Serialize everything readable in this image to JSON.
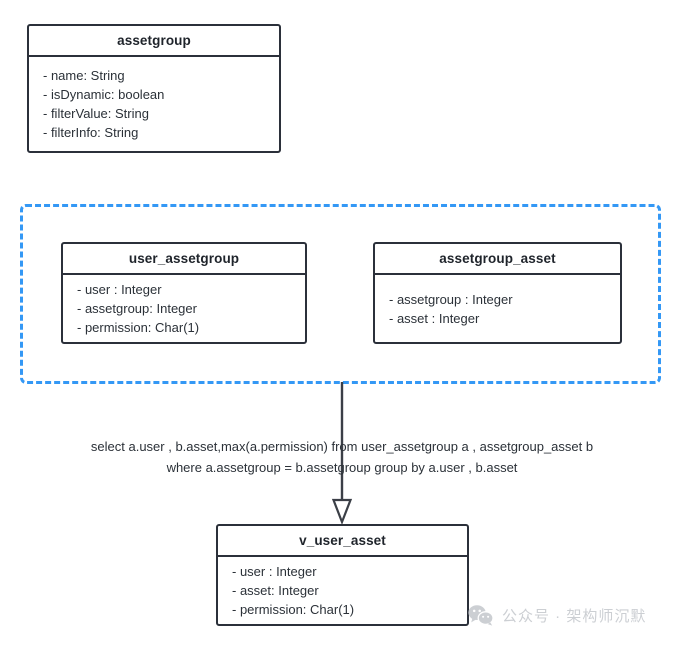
{
  "diagram": {
    "type": "uml-class-diagram",
    "boxes": [
      {
        "id": "assetgroup",
        "title": "assetgroup",
        "attributes": [
          "- name: String",
          "- isDynamic: boolean",
          "- filterValue: String",
          "- filterInfo: String"
        ]
      },
      {
        "id": "user_assetgroup",
        "title": "user_assetgroup",
        "attributes": [
          "- user : Integer",
          "- assetgroup: Integer",
          "- permission: Char(1)"
        ]
      },
      {
        "id": "assetgroup_asset",
        "title": "assetgroup_asset",
        "attributes": [
          "- assetgroup : Integer",
          "- asset : Integer"
        ]
      },
      {
        "id": "v_user_asset",
        "title": "v_user_asset",
        "attributes": [
          "- user : Integer",
          "- asset: Integer",
          "- permission: Char(1)"
        ]
      }
    ],
    "group_frame": {
      "name": "source-tables-group",
      "style": "dashed",
      "color": "#3498f5"
    },
    "connector": {
      "name": "derivation-arrow",
      "style": "hollow-triangle-arrow",
      "color": "#3b3f47",
      "direction": "down"
    },
    "sql_caption": "select a.user , b.asset,max(a.permission) from user_assetgroup a , assetgroup_asset b\nwhere a.assetgroup = b.assetgroup group by a.user , b.asset"
  },
  "watermark": {
    "icon": "wechat-icon",
    "text": "公众号 · 架构师沉默",
    "color": "#c8cbd0"
  }
}
